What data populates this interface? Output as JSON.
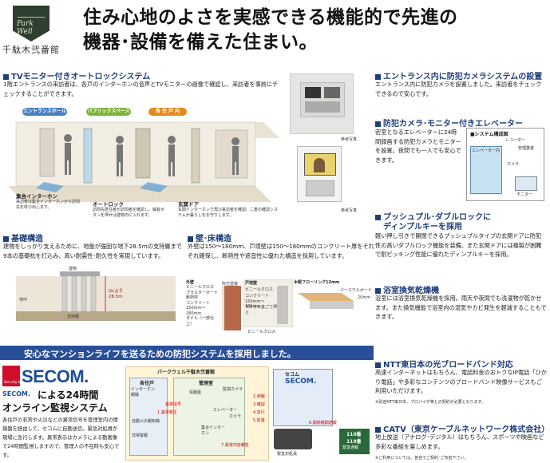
{
  "header": {
    "logo_caption": "千駄木弐番館",
    "headline_line1": "住み心地のよさを実感できる機能的で先進の",
    "headline_line2": "機器･設備を備えた住まい。"
  },
  "tv_autolock": {
    "title": "TVモニター付きオートロックシステム",
    "body": "1階エントランスの来訪者は、各戸のインターホンの音声とTVモニターの画像で確認し、来訪者を事前にチェックすることができます。",
    "pills": [
      "エントランスホール",
      "パブリックスペース",
      "各 住 戸 内"
    ],
    "labels": [
      {
        "title": "集合インターホン",
        "text": "来訪者は集合インターホンから訪問先を呼び出します。"
      },
      {
        "title": "オートロック",
        "text": "訪問先居住者が訪問者を確認し、解錠ボタンを押せば建物内に入れます。"
      },
      {
        "title": "玄関ドア",
        "text": "玄関インターホンで再び来訪者を確認。二重の確認システムが暮らしをお守りします。"
      }
    ],
    "photo_captions": [
      "参考写真",
      "参考写真"
    ]
  },
  "foundation": {
    "title": "基礎構造",
    "body": "建物をしっかり支えるために、地盤が強固な地下28.5mの支持層まで9本の基礎杭を打込み、高い耐震性･耐久性を実現しています。",
    "labels": {
      "building": "建物",
      "underground": "地中",
      "depth": "GLより28.5m",
      "support": "支持層"
    }
  },
  "wall_floor": {
    "title": "壁･床構造",
    "body": "外壁は150〜180mm、戸境壁は150〜180mmのコンクリート厚をそれぞれ確保し、断熱性や遮音性に優れた構造を採用しています。",
    "d1": {
      "head": "外壁",
      "items": [
        "ビニールクロス",
        "プラスターボード",
        "断熱材",
        "コンクリート150mm〜180mm",
        "タイル（一部仕上）"
      ],
      "note": "吹付塗装"
    },
    "d2": {
      "head": "戸境壁",
      "items": [
        "ビニールクロス",
        "コンクリート150mm〜180mm",
        "モルタル金ごて押え"
      ],
      "note": "ビニールクロス"
    },
    "d3": {
      "head": "木製フローリング12mm",
      "items": [
        "ベースウルボード",
        "20mm"
      ]
    }
  },
  "security": {
    "banner": "安心なマンションライフを送るための防犯システムを採用しました。",
    "logo": "SECOM.",
    "secom_small": "SECOM.",
    "badge": "Security by",
    "tagline1": "による24時間",
    "tagline2": "オンライン監視システム",
    "body": "各住戸の非常や火災などの異常信号を管理室内の情報盤を経由して、セコムに自動送信。緊急対処員が現場に急行します。異常表示はカメラによる動画像で24時間監視しますので、管理人の不在時も安心です。",
    "diagram": {
      "building_title": "パークウェル千駄木弐番館",
      "unit": "各住戸",
      "mgmt": "管理室",
      "secom_center": "セコム",
      "secom_logo": "SECOM.",
      "dispatch": "緊急対処員",
      "police": "110番",
      "fire": "119番",
      "police_fire": "緊急通報",
      "labels": [
        "インターホン親機",
        "異常信号",
        "情報盤",
        "監視カメラ",
        "1.異常発生",
        "2.通報",
        "3.確認",
        "4.急行",
        "5.処置",
        "7.異常内容報告",
        "6.関係機関通報",
        "エレベーター",
        "カメラ",
        "集合インターホン",
        "自動火災報知機",
        "非常警報"
      ]
    }
  },
  "right": {
    "s1": {
      "title": "エントランス内に防犯カメラシステムの設置",
      "body": "エントランス内に防犯カメラを設置しました。来訪者をチェックできるので安心です。"
    },
    "s2": {
      "title": "防犯カメラ･モニター付きエレベーター",
      "body": "密室となるエレベーターに24時間録画する防犯カメラとモニターを設置。夜間でも一人でも安心できます。",
      "diagram_title": "■システム構成図",
      "diagram_labels": [
        "レコーダー",
        "エレベーター内",
        "管理業者",
        "カメラ",
        "モニター"
      ]
    },
    "s3": {
      "title1": "プッシュプル･ダブルロックに",
      "title2": "ディンプルキーを採用",
      "body": "軽い押し引きで開閉できるプッシュプルタイプの玄関ドアに防犯性の高いダブルロック機能を装備。また玄関ドアには複製が困難で耐ピッキング性能に優れたディンプルキーを採用。"
    },
    "s4": {
      "title": "浴室換気乾燥機",
      "body": "浴室には浴室換気乾燥機を採用。雨天や夜間でも洗濯物が乾かせます。また換気機能で浴室内の湿気やカビ発生を軽減することもできます。"
    },
    "s5": {
      "title": "NTT東日本の光ブロードバンド対応",
      "body": "高速インターネットはもちろん、電話料金のおトクなIP電話「ひかり電話」や多彩なコンテンツのブロードバンド映像サービスもご利用いただけます。",
      "note": "※別途NTT東日本、プロバイダ等との契約が必要となります。"
    },
    "s6": {
      "title": "CATV（東京ケーブルネットワーク株式会社）",
      "body": "地上放送（アナログ･デジタル）はもちろん、スポーツや映画など多彩な番組を楽しめます。",
      "note": "※ご利用については、各自でご契約･ご負担下さい。"
    }
  }
}
